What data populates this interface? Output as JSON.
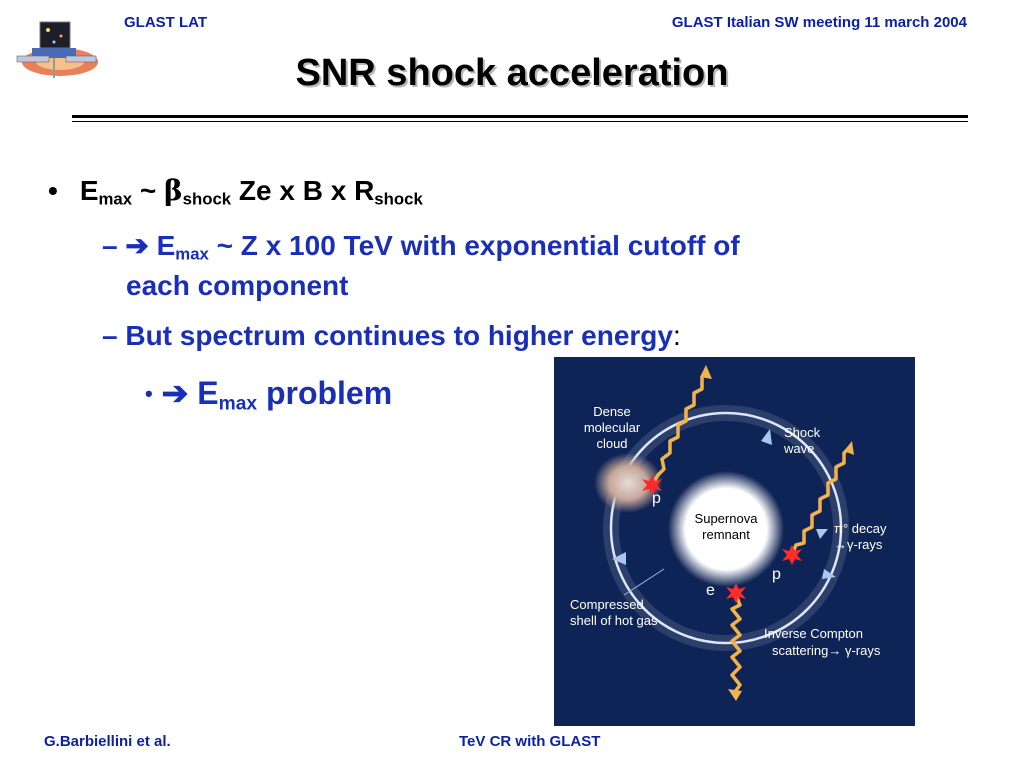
{
  "header": {
    "left": "GLAST LAT",
    "right": "GLAST Italian SW meeting 11 march 2004"
  },
  "title": "SNR shock acceleration",
  "bullets": {
    "b1": {
      "bullet": "•",
      "e": "E",
      "max": "max",
      "tilde": " ~ ",
      "beta": "β",
      "shock_sub": "shock",
      "middle": " Ze x B x R",
      "shock_sub2": "shock"
    },
    "b2": {
      "dash": "–",
      "arrow": "➔",
      "e": " E",
      "max": "max",
      "tilde": " ~",
      "rest": " Z x 100 TeV with exponential cutoff of",
      "cont": "each component"
    },
    "b3": {
      "dash": "–",
      "text": "But spectrum continues to higher energy",
      "colon": ":"
    },
    "b4": {
      "bullet": "•",
      "arrow": "➔",
      "e": " E",
      "max": "max",
      "rest": " problem"
    }
  },
  "figure": {
    "dense_cloud": [
      "Dense",
      "molecular",
      "cloud"
    ],
    "shock_wave": [
      "Shock",
      "wave"
    ],
    "remnant": [
      "Supernova",
      "remnant"
    ],
    "pi_decay": [
      "π° decay",
      "→γ-rays"
    ],
    "compressed": [
      "Compressed",
      "shell of hot gas"
    ],
    "inverse_compton": [
      "Inverse Compton",
      "scattering→ γ-rays"
    ],
    "p1": "p",
    "p2": "p",
    "e": "e"
  },
  "footer": {
    "left": "G.Barbiellini et al.",
    "center": "TeV CR with GLAST"
  },
  "colors": {
    "header_blue": "#0b1fa8",
    "bullet_blue": "#1a2fb8",
    "figure_bg": "#0f2456"
  }
}
